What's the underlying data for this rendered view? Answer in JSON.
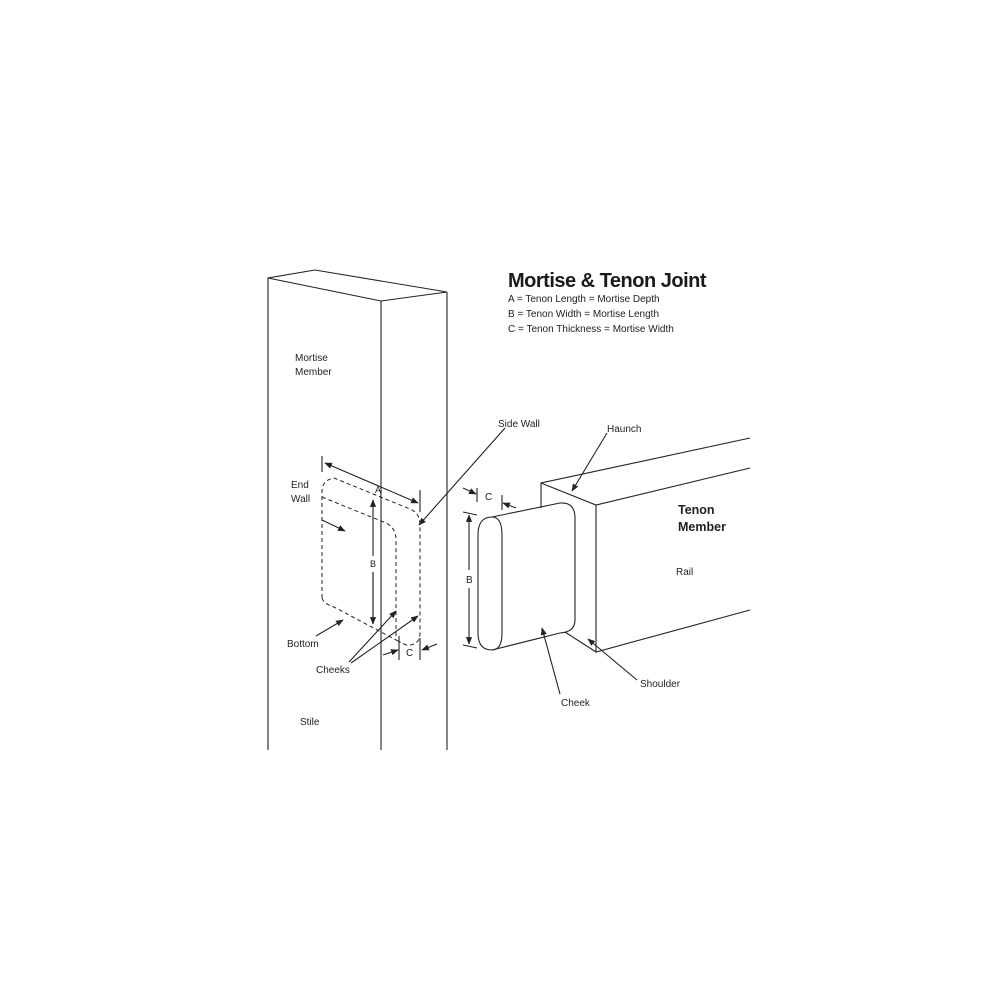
{
  "title": "Mortise & Tenon Joint",
  "legend": [
    "A = Tenon Length = Mortise Depth",
    "B = Tenon Width = Mortise Length",
    "C = Tenon Thickness = Mortise Width"
  ],
  "mortise": {
    "member_line1": "Mortise",
    "member_line2": "Member",
    "stile": "Stile",
    "end_wall_line1": "End",
    "end_wall_line2": "Wall",
    "bottom": "Bottom",
    "cheeks": "Cheeks",
    "side_wall": "Side Wall",
    "dim_a": "A",
    "dim_b": "B",
    "dim_c": "C"
  },
  "tenon": {
    "member_line1": "Tenon",
    "member_line2": "Member",
    "rail": "Rail",
    "haunch": "Haunch",
    "cheek": "Cheek",
    "shoulder": "Shoulder",
    "dim_b": "B",
    "dim_c": "C"
  }
}
